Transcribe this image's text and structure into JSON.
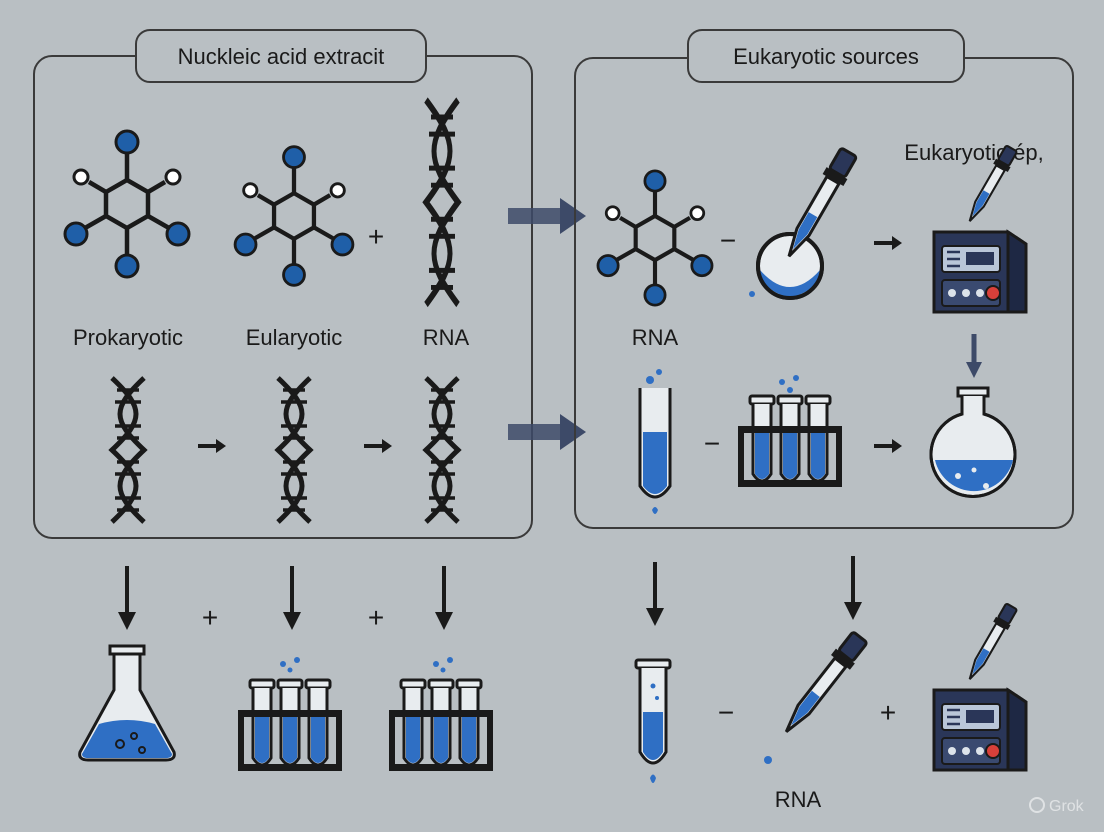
{
  "panels": {
    "left_title": "Nuckleic acid extracit",
    "right_title": "Eukaryotic sources"
  },
  "labels": {
    "prokaryotic": "Prokaryotic",
    "eukaryotic": "Eularyotic",
    "rna_left": "RNA",
    "rna_right": "RNA",
    "rna_bottom": "RNA",
    "eukaryotic_sp": "Eukaryotic ép,"
  },
  "operators": {
    "plus": "+",
    "minus": "−",
    "arrow": "→"
  },
  "watermark": "Grok",
  "colors": {
    "background": "#b9bfc3",
    "ink": "#1a1a1a",
    "node_blue": "#1f5fa8",
    "liquid_blue": "#2f6fc4",
    "instrument_navy": "#2a3658",
    "arrow_slate": "#3d4a68"
  }
}
